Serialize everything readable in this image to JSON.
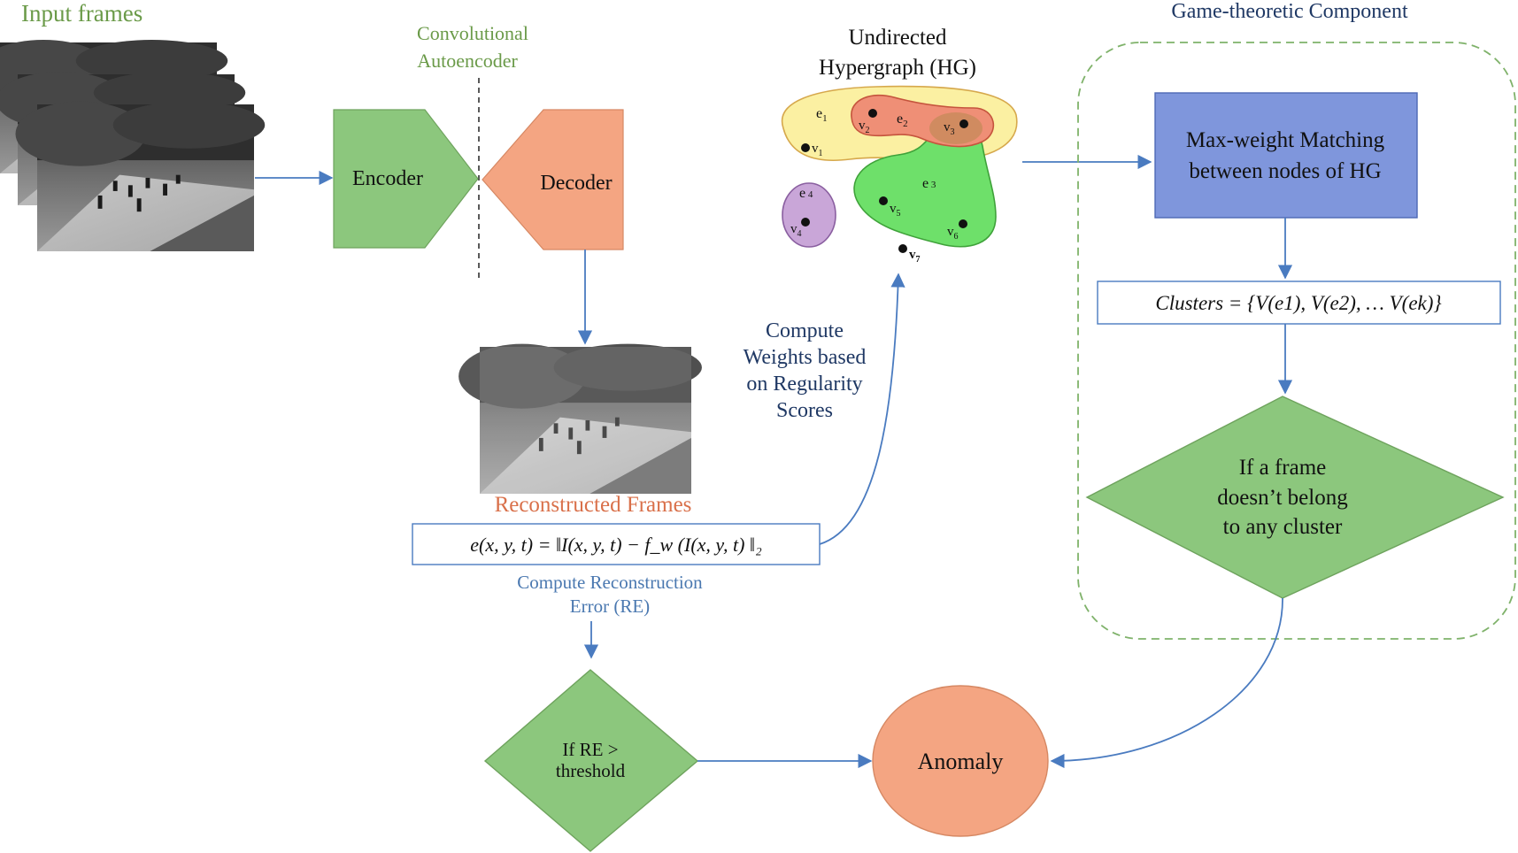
{
  "input_frames": {
    "title": "Input frames"
  },
  "autoencoder": {
    "title_line1": "Convolutional",
    "title_line2": "Autoencoder",
    "encoder_label": "Encoder",
    "decoder_label": "Decoder"
  },
  "reconstructed": {
    "label": "Reconstructed Frames"
  },
  "reconstruction_error": {
    "formula": "e(x, y, t) = ‖I(x, y, t) − f_w (I(x, y, t) ‖₂",
    "caption_line1": "Compute Reconstruction",
    "caption_line2": "Error (RE)"
  },
  "weights_step": {
    "line1": "Compute",
    "line2": "Weights based",
    "line3": "on Regularity",
    "line4": "Scores"
  },
  "hypergraph": {
    "title_line1": "Undirected",
    "title_line2": "Hypergraph (HG)",
    "hyperedges": [
      "e1",
      "e2",
      "e3",
      "e4"
    ],
    "vertices": [
      "v1",
      "v2",
      "v3",
      "v4",
      "v5",
      "v6",
      "v7"
    ]
  },
  "game_theoretic": {
    "title": "Game-theoretic Component",
    "matching_line1": "Max-weight Matching",
    "matching_line2": "between nodes of HG",
    "clusters_formula": "Clusters = {V(e1), V(e2), … V(ek)}",
    "decision_line1": "If a frame",
    "decision_line2": "doesn’t belong",
    "decision_line3": "to any cluster"
  },
  "threshold_decision": {
    "line1": "If RE >",
    "line2": "threshold"
  },
  "anomaly": {
    "label": "Anomaly"
  },
  "colors": {
    "green_title": "#6a9a48",
    "orange_title": "#d9704a",
    "blue_text": "#4a78b0",
    "navy_text": "#1f3864",
    "green_fill": "#8cc77d",
    "orange_fill": "#f4a582",
    "blue_fill": "#7f96dc",
    "arrow": "#4a7bc0"
  }
}
